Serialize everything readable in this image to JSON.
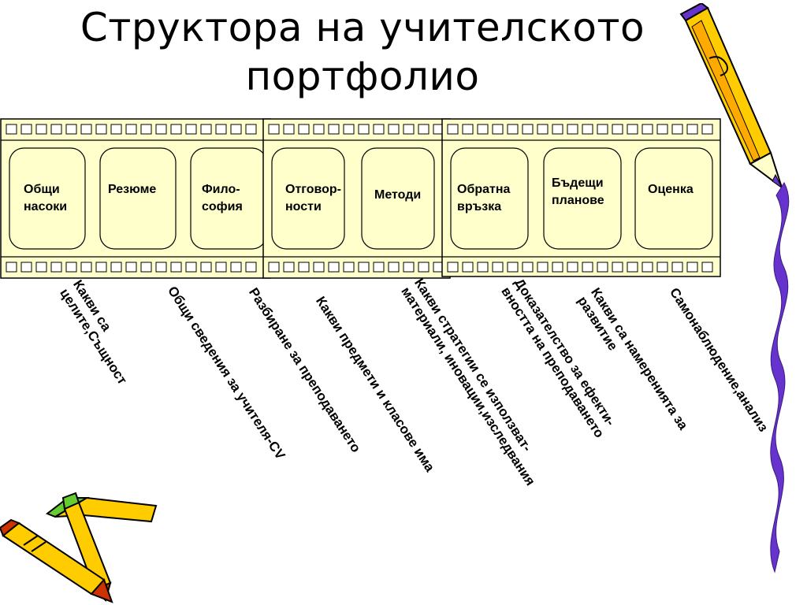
{
  "title": {
    "line1": "Структора на учителското",
    "line2": "портфолио"
  },
  "frames": [
    {
      "label": "Общи\nнасоки"
    },
    {
      "label": "Резюме"
    },
    {
      "label": "Фило-\nсофия"
    },
    {
      "label": "Отговор-\nности"
    },
    {
      "label": "Методи"
    },
    {
      "label": "Обратна\nвръзка"
    },
    {
      "label": "Бъдещи\nпланове"
    },
    {
      "label": "Оценка"
    }
  ],
  "descriptions": [
    {
      "text": "Какви са\nцелите,Същност"
    },
    {
      "text": "Общи сведения за учителя-CV"
    },
    {
      "text": "Разбиране за преподаването"
    },
    {
      "text": "Какви предмети и класове има"
    },
    {
      "text": "Какви стратегии се използват-\nматериали, иновации,изследвания"
    },
    {
      "text": "Доказателство за ефекти-\nвността на преподаването"
    },
    {
      "text": "Какви са намеренията за развитие"
    },
    {
      "text": "Самонаблюдение,анализ"
    }
  ],
  "colors": {
    "frame_fill": "#ffffcc",
    "strip_fill": "#ffffcc",
    "border": "#000000",
    "pencil_yellow": "#ffcc00",
    "ribbon_purple": "#6633cc"
  }
}
